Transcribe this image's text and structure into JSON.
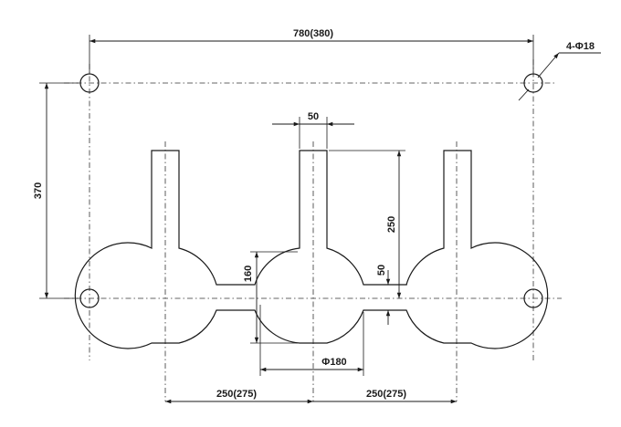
{
  "dimensions": {
    "overall_width": "780(380)",
    "hole_spec": "4-Φ18",
    "vertical_spacing": "370",
    "stem_width": "50",
    "stem_height": "250",
    "neck_height": "160",
    "gap": "50",
    "bulb_diameter": "Φ180",
    "pitch_left": "250(275)",
    "pitch_right": "250(275)"
  },
  "colors": {
    "line": "#1a1a1a",
    "background": "#ffffff"
  }
}
